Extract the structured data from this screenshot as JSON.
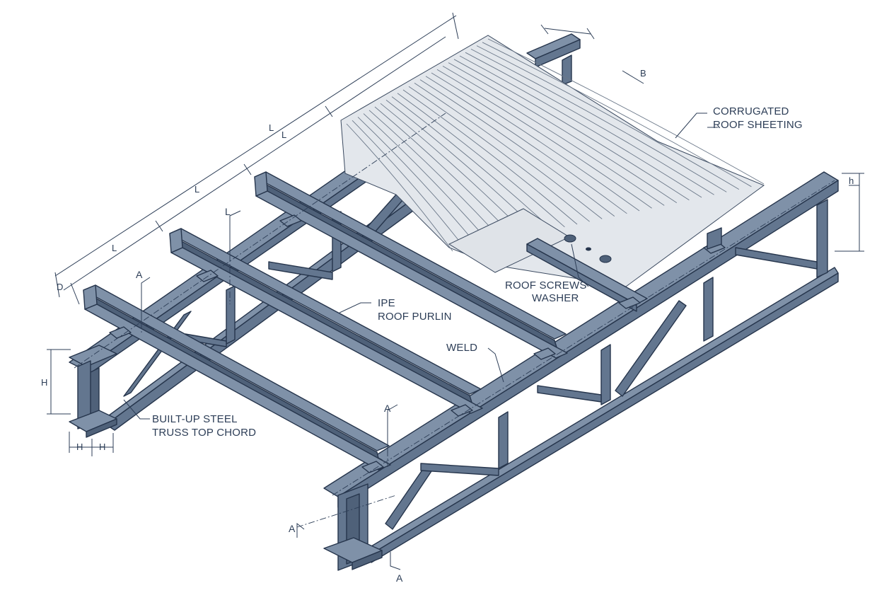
{
  "labels": {
    "sheeting_line1": "CORRUGATED",
    "sheeting_line2": "ROOF SHEETING",
    "screws_line1": "ROOF SCREWS",
    "screws_line2": "WASHER",
    "purlin_line1": "IPE",
    "purlin_line2": "ROOF PURLIN",
    "weld": "WELD",
    "chord_line1": "BUILT-UP STEEL",
    "chord_line2": "TRUSS TOP CHORD"
  },
  "dimensions": {
    "L1": "L",
    "L2": "L",
    "L3": "L",
    "L4": "L",
    "D": "D",
    "B": "B",
    "H_left": "H",
    "H_bottom1": "H",
    "H_bottom2": "H",
    "h_right": "h"
  },
  "sections": {
    "A1": "A",
    "A2": "A",
    "A3": "A",
    "A4": "A",
    "L_marker": "L"
  },
  "colors": {
    "steel": "#7f91a8",
    "steel_dark": "#4f6179",
    "sheeting": "#e3e7ec",
    "ink": "#2d3e57"
  }
}
